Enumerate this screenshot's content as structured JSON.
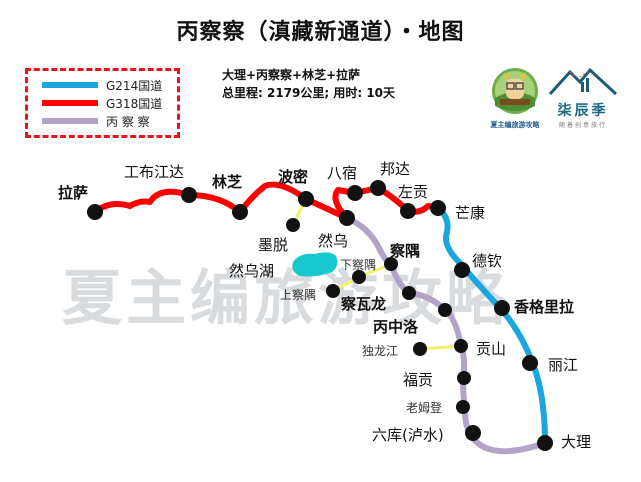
{
  "title": "丙察察（滇藏新通道）・地图",
  "legend": {
    "items": [
      {
        "label": "G214国道",
        "color": "#1aa7e0"
      },
      {
        "label": "G318国道",
        "color": "#ff0000"
      },
      {
        "label": "丙 察 察",
        "color": "#b3a3c9"
      }
    ],
    "border_color": "#e8131b"
  },
  "summary": {
    "route": "大理+丙察察+林芝+拉萨",
    "stats": "总里程: 2179公里; 用时: 10天"
  },
  "logos": {
    "left_caption": "夏主编旅游攻略",
    "right_name": "柒辰季",
    "right_sub": "随着创意旅行"
  },
  "watermark": "夏主编旅游攻略",
  "colors": {
    "g214": "#1aa7e0",
    "g318": "#ff0000",
    "bingchacha": "#b3a3c9",
    "branch": "#f4f264",
    "lake": "#16c9cf",
    "node": "#111111"
  },
  "places": {
    "lasa": "拉萨",
    "gongbujiangda": "工布江达",
    "linzhi": "林芝",
    "bomi": "波密",
    "basu": "八宿",
    "bangda": "邦达",
    "zuogong": "左贡",
    "mangkang": "芒康",
    "motuo": "墨脱",
    "ranwu": "然乌",
    "ranwu_lake": "然乌湖",
    "chayu": "察隅",
    "xiachayu": "下察隅",
    "shangchayu": "上察隅",
    "chawalong": "察瓦龙",
    "bingzhongluo": "丙中洛",
    "dulongjiang": "独龙江",
    "gongshan": "贡山",
    "fugong": "福贡",
    "laomudeng": "老姆登",
    "liuku": "六库(泸水)",
    "dali": "大理",
    "deqin": "德钦",
    "shangrila": "香格里拉",
    "lijiang": "丽江"
  }
}
